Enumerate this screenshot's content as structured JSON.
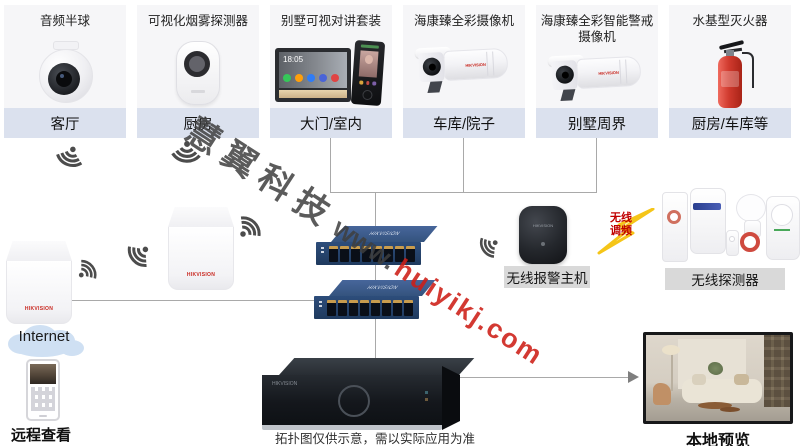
{
  "brand": "HIKVISION",
  "watermark": {
    "company": "慧翼科技",
    "url_prefix": "www.",
    "url_rest": "huiyikj.com"
  },
  "device_cards": [
    {
      "title": "音频半球",
      "location": "客厅",
      "device": "dome-camera-icon"
    },
    {
      "title": "可视化烟雾探测器",
      "location": "厨房",
      "device": "smoke-detector-icon"
    },
    {
      "title": "别墅可视对讲套装",
      "location": "大门/室内",
      "device": "video-intercom-kit-icon"
    },
    {
      "title": "海康臻全彩摄像机",
      "location": "车库/院子",
      "device": "bullet-camera-icon"
    },
    {
      "title": "海康臻全彩智能警戒摄像机",
      "location": "别墅周界",
      "device": "bullet-camera-icon"
    },
    {
      "title": "水基型灭火器",
      "location": "厨房/车库等",
      "device": "fire-extinguisher-icon"
    }
  ],
  "intercom": {
    "time": "18:05"
  },
  "wireless": {
    "alarm_host_label": "无线报警主机",
    "detectors_label": "无线探测器",
    "fm_line1": "无线",
    "fm_line2": "调频"
  },
  "bottom": {
    "internet": "Internet",
    "remote_view": "远程查看",
    "local_preview": "本地预览",
    "note": "拓扑图仅供示意，需以实际应用为准"
  },
  "colors": {
    "card_label_bg": "#dbe1ee",
    "gray_label_bg": "#d9d9d9",
    "line": "#a9a9a9",
    "switch_blue": "#2d4d7b",
    "brand_red": "#c8261e",
    "watermark_red": "#cd1e16",
    "bolt_yellow": "#f5c518"
  }
}
